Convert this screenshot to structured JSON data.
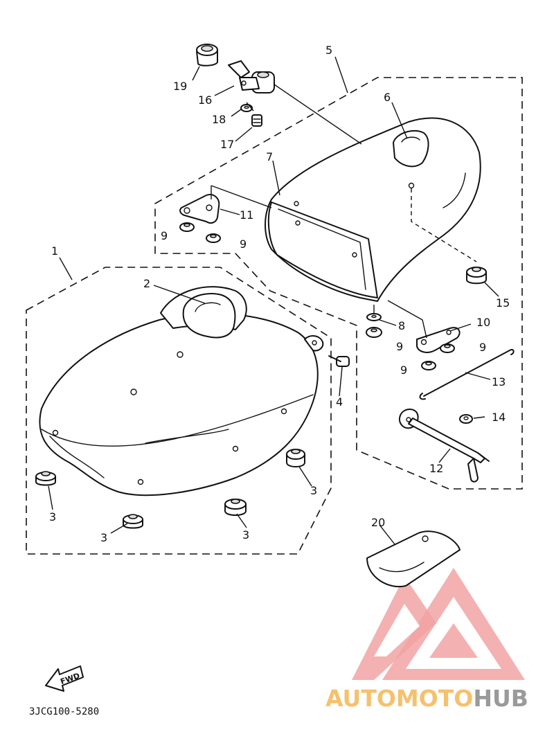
{
  "diagram_code": "3JCG100-5280",
  "fwd_label": "FWD",
  "watermark": {
    "part1": "AUTOMOTO",
    "part2": "HUB",
    "accent": "#e8393a",
    "orange": "#f6c16d",
    "gray": "#9a9a9a"
  },
  "callouts": {
    "c1": "1",
    "c2": "2",
    "c3a": "3",
    "c3b": "3",
    "c3c": "3",
    "c3d": "3",
    "c4": "4",
    "c5": "5",
    "c6": "6",
    "c7": "7",
    "c8": "8",
    "c9a": "9",
    "c9b": "9",
    "c9c": "9",
    "c9d": "9",
    "c9e": "9",
    "c10": "10",
    "c11": "11",
    "c12": "12",
    "c13": "13",
    "c14": "14",
    "c15": "15",
    "c16": "16",
    "c17": "17",
    "c18": "18",
    "c19": "19",
    "c20": "20"
  }
}
